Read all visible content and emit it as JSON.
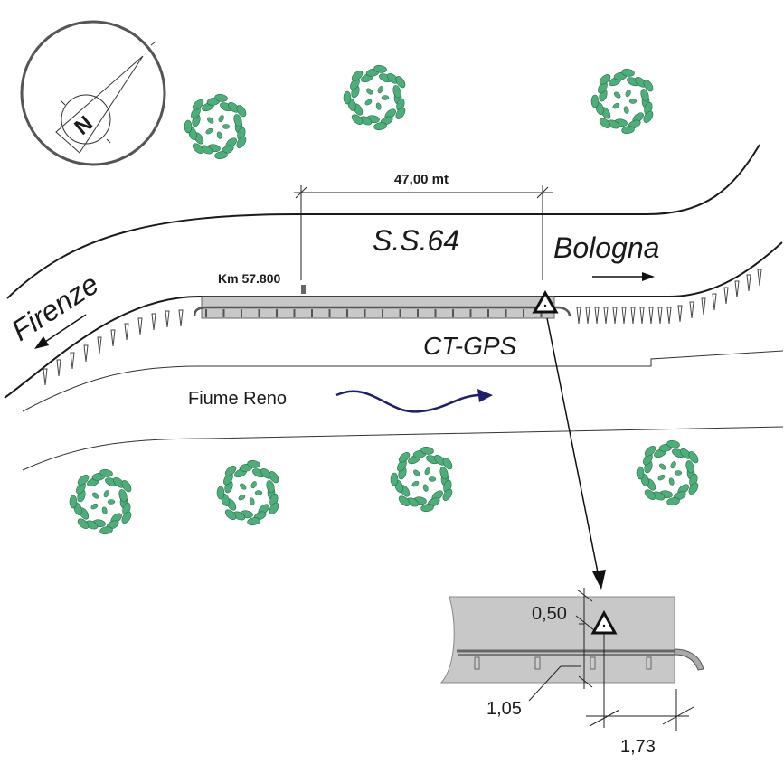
{
  "labels": {
    "road": "S.S.64",
    "to_left": "Firenze",
    "to_right": "Bologna",
    "river": "Fiume Reno",
    "station": "CT-GPS",
    "km_marker": "Km 57.800",
    "bridge_length": "47,00 mt",
    "north": "N"
  },
  "detail": {
    "dim_a": "0,50",
    "dim_b": "1,05",
    "dim_c": "1,73"
  },
  "colors": {
    "tree": "#4caf7a",
    "river_arrow": "#1f1f6e",
    "bridge": "#c8c8c8"
  }
}
